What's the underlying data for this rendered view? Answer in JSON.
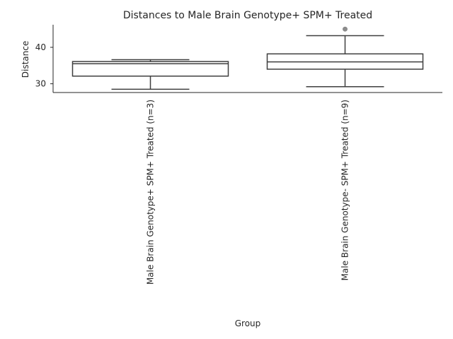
{
  "chart_data": {
    "type": "box",
    "title": "Distances to Male Brain Genotype+ SPM+ Treated",
    "xlabel": "Group",
    "ylabel": "Distance",
    "ylim": [
      27.6,
      46.2
    ],
    "yticks": [
      30,
      40
    ],
    "grid": false,
    "categories": [
      "Male Brain Genotype+ SPM+ Treated (n=3)",
      "Male Brain Genotype- SPM+ Treated (n=9)"
    ],
    "boxes": [
      {
        "whisker_low": 28.5,
        "q1": 32.1,
        "median": 35.5,
        "q3": 36.1,
        "whisker_high": 36.6,
        "outliers": []
      },
      {
        "whisker_low": 29.2,
        "q1": 34.0,
        "median": 36.0,
        "q3": 38.2,
        "whisker_high": 43.2,
        "outliers": [
          45.0
        ]
      }
    ]
  },
  "colors": {
    "box_line": "#3f3f3f",
    "outlier": "#8c8c8c",
    "axis": "#262626"
  }
}
